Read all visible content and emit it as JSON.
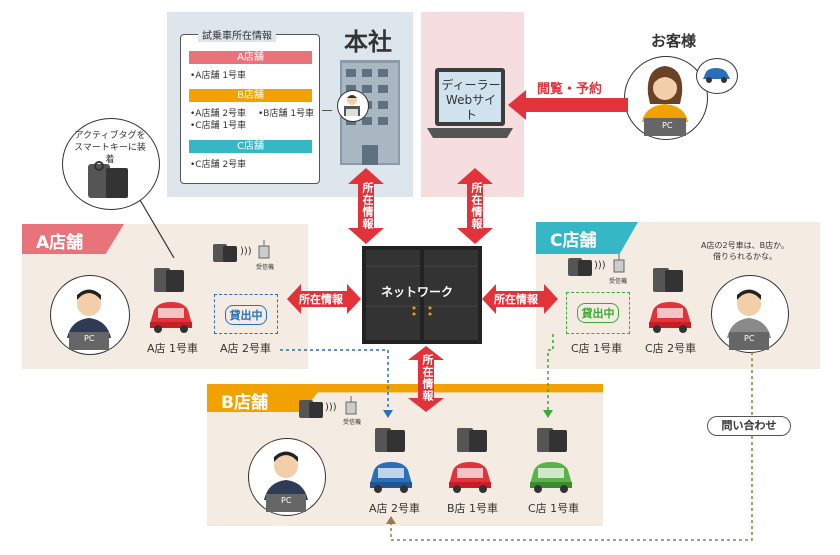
{
  "hq": {
    "title": "本社",
    "info_title": "試乗車所在情報",
    "shop_a": "A店舗",
    "shop_a_items": [
      "•A店舗 1号車"
    ],
    "shop_b": "B店舗",
    "shop_b_items": [
      "•A店舗 2号車",
      "•B店舗 1号車",
      "•C店舗 1号車"
    ],
    "shop_c": "C店舗",
    "shop_c_items": [
      "•C店舗 2号車"
    ]
  },
  "web": {
    "line1": "ディーラー",
    "line2": "Webサイト"
  },
  "customer": {
    "label": "お客様",
    "action": "閲覧・予約"
  },
  "network": {
    "label": "ネットワーク",
    "info": "所在情報"
  },
  "shop_a": {
    "title": "A店舗",
    "car1": "A店 1号車",
    "car2": "A店 2号車",
    "rental": "貸出中",
    "receiver": "受信機"
  },
  "shop_b": {
    "title": "B店舗",
    "car1": "A店 2号車",
    "car2": "B店 1号車",
    "car3": "C店 1号車",
    "receiver": "受信機"
  },
  "shop_c": {
    "title": "C店舗",
    "car1": "C店 1号車",
    "car2": "C店 2号車",
    "rental": "貸出中",
    "receiver": "受信機",
    "thought_line1": "A店の2号車は、B店か。",
    "thought_line2": "借りられるかな。"
  },
  "tag_bubble": {
    "line1": "アクティブタグを",
    "line2": "スマートキーに装着"
  },
  "inquiry": "問い合わせ",
  "pc": "PC",
  "colors": {
    "red": "#e2333b",
    "teal": "#35b7c6",
    "orange": "#f1a200",
    "pink": "#e8737b",
    "green": "#3aaa35",
    "blue": "#2a6fb7"
  }
}
